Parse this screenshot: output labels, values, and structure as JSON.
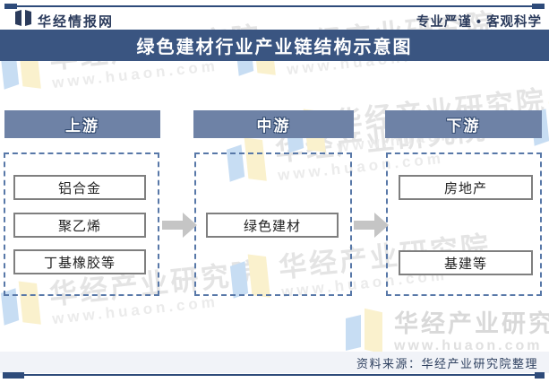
{
  "header": {
    "logo_icon": "open-book-icon",
    "site_name": "华经情报网",
    "slogan": "专业严谨 • 客观科学"
  },
  "title_bar": {
    "title": "绿色建材行业产业链结构示意图"
  },
  "diagram": {
    "columns": [
      {
        "header": "上游",
        "items": [
          "铝合金",
          "聚乙烯",
          "丁基橡胶等"
        ]
      },
      {
        "header": "中游",
        "items": [
          "绿色建材"
        ]
      },
      {
        "header": "下游",
        "items": [
          "房地产",
          "基建等"
        ]
      }
    ],
    "arrows": [
      "right-arrow",
      "right-arrow"
    ]
  },
  "watermark": {
    "name": "华经产业研究院",
    "url": "www.huaon.com"
  },
  "footer": {
    "source": "资料来源：华经产业研究院整理"
  },
  "colors": {
    "navy": "#3A5581",
    "rule": "#2E4B7A",
    "header_bar": "#6E82A6",
    "dashed_border": "#5878A8",
    "box_border": "#7F7F7F",
    "arrow": "#C5C5C5",
    "footer_bg": "#F1F3F8",
    "watermark_blue": "#C7DDF3",
    "watermark_yellow": "#FAF1CD"
  }
}
